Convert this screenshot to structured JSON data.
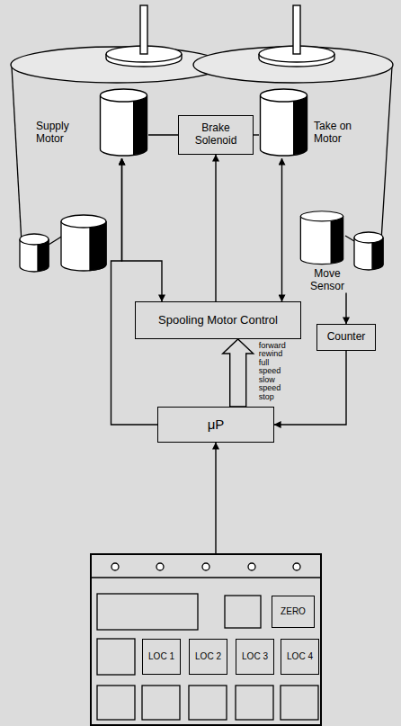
{
  "diagram": {
    "nodes": [
      {
        "text": [
          "Supply Motor"
        ]
      },
      {
        "text": [
          "Brake Solenoid"
        ]
      },
      {
        "text": [
          "Take on Motor"
        ]
      },
      {
        "text": [
          "Move Sensor"
        ]
      },
      {
        "text": [
          "Spooling Motor Control"
        ]
      },
      {
        "text": [
          "Counter"
        ]
      },
      {
        "text": [
          "μP"
        ]
      },
      {
        "text": []
      },
      {
        "text": [
          "ZERO"
        ],
        "in": 7
      },
      {
        "text": [
          "LOC 1"
        ],
        "in": 7
      },
      {
        "text": [
          "LOC 2"
        ],
        "in": 7
      },
      {
        "text": [
          "LOC 3"
        ],
        "in": 7
      },
      {
        "text": [
          "LOC 4"
        ],
        "in": 7
      }
    ],
    "edges": [
      {
        "from": 4,
        "to": 0,
        "arrow": "both"
      },
      {
        "from": 4,
        "to": 1,
        "arrow": "to"
      },
      {
        "from": 4,
        "to": 2,
        "arrow": "both"
      },
      {
        "from": 6,
        "to": 0,
        "arrow": "to"
      },
      {
        "from": 6,
        "to": 4,
        "label": "forward rewind full speed slow speed stop",
        "arrow": "to"
      },
      {
        "from": 3,
        "to": 5,
        "arrow": "to"
      },
      {
        "from": 5,
        "to": 6,
        "arrow": "to"
      },
      {
        "from": 7,
        "to": 6,
        "arrow": "to"
      },
      {
        "from": 1,
        "to": 0,
        "arrow": "none"
      },
      {
        "from": 1,
        "to": 2,
        "arrow": "none"
      }
    ]
  }
}
